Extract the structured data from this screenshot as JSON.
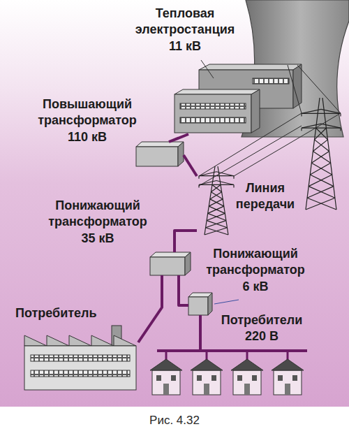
{
  "diagram": {
    "caption": "Рис. 4.32",
    "nodes": [
      {
        "text": [
          "Тепловая электростанция 11 кВ"
        ]
      },
      {
        "text": [
          "Повышающий трансформатор 110 кВ"
        ]
      },
      {
        "text": [
          "Линия передачи"
        ]
      },
      {
        "text": [
          "Понижающий трансформатор 35 кВ"
        ]
      },
      {
        "text": [
          "Понижающий трансформатор 6 кВ"
        ]
      },
      {
        "text": [
          "Потребитель"
        ]
      },
      {
        "text": [
          "Потребители 220 В"
        ]
      }
    ],
    "edges": [
      {
        "from": 0,
        "to": 1,
        "arrow": "none"
      },
      {
        "from": 1,
        "to": 2,
        "arrow": "none"
      },
      {
        "from": 2,
        "to": 3,
        "arrow": "none"
      },
      {
        "from": 3,
        "to": 5,
        "arrow": "none"
      },
      {
        "from": 3,
        "to": 4,
        "arrow": "none"
      },
      {
        "from": 4,
        "to": 6,
        "arrow": "none"
      }
    ]
  }
}
